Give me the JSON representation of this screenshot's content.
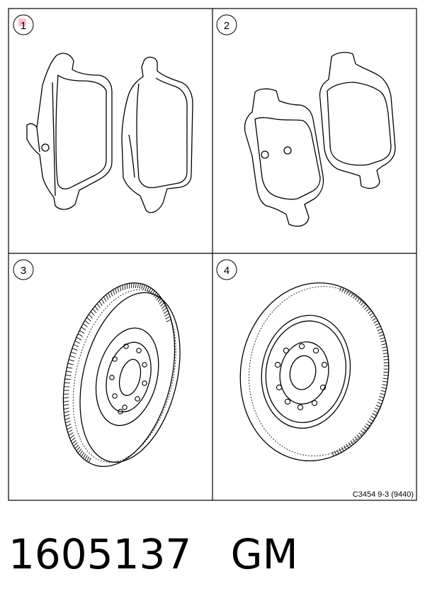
{
  "panels": [
    {
      "number": "1",
      "content": "front brake pads"
    },
    {
      "number": "2",
      "content": "rear brake pads"
    },
    {
      "number": "3",
      "content": "front brake disc"
    },
    {
      "number": "4",
      "content": "rear brake disc"
    }
  ],
  "figure_ref": "C3454 9-3 (9440)",
  "part_number": "1605137",
  "brand": "GM",
  "colors": {
    "line": "#000000",
    "background": "#ffffff",
    "highlight": "#f4a6b4"
  }
}
